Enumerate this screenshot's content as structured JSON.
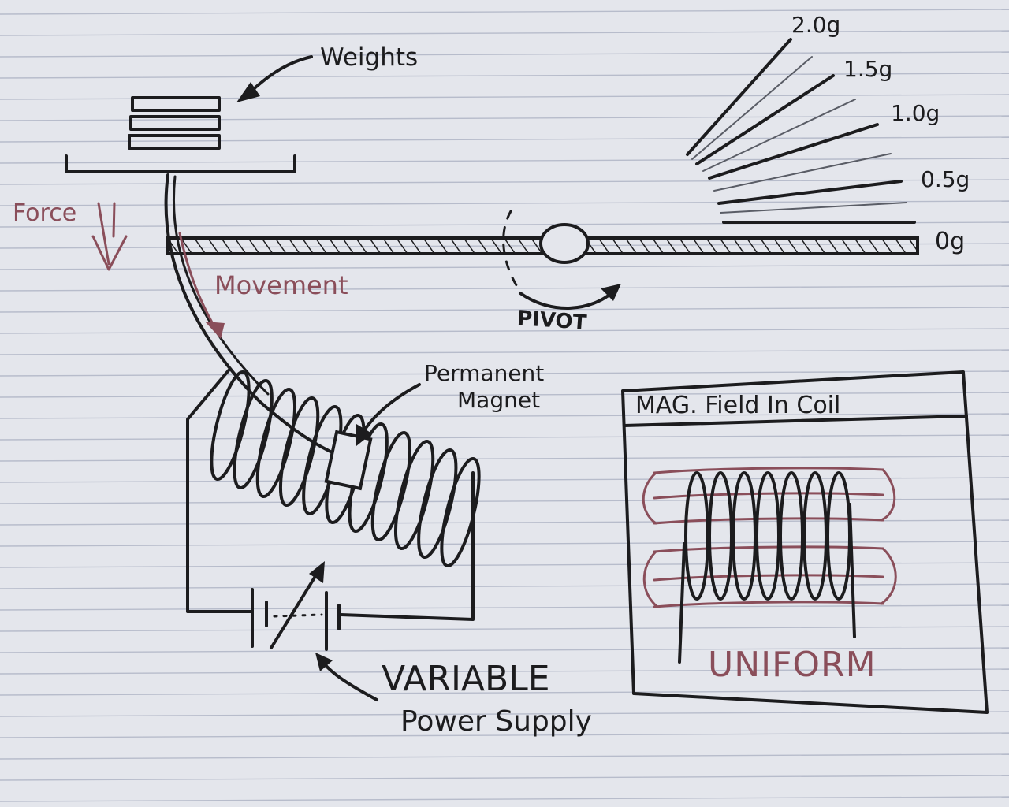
{
  "labels": {
    "weights": "Weights",
    "force": "Force",
    "movement": "Movement",
    "pivot": "PIVOT",
    "permanent_magnet_1": "Permanent",
    "permanent_magnet_2": "Magnet",
    "variable": "VARIABLE",
    "power_supply": "Power Supply",
    "inset_title": "MAG. Field In Coil",
    "uniform": "UNIFORM"
  },
  "scale": {
    "marks": [
      "2.0g",
      "1.5g",
      "1.0g",
      "0.5g",
      "0g"
    ]
  },
  "colors": {
    "paper": "#e4e6ec",
    "ruling": "#b7bccb",
    "ink": "#1c1c1e",
    "red_pen": "#8a4e5a"
  }
}
